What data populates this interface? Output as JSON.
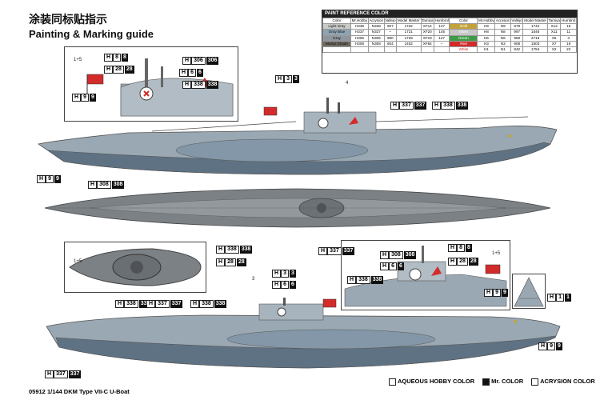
{
  "header": {
    "title_cn": "涂装同标贴指示",
    "title_en": "Painting & Marking guide"
  },
  "reference": {
    "title": "PAINT REFERENCE COLOR",
    "columns": [
      "Color",
      "Mr.Hobby",
      "Acrysion",
      "Vallejo",
      "Model Master",
      "Tamiya",
      "Humbrol",
      "Color",
      "Mr.Hobby",
      "Acrysion",
      "Vallejo",
      "Model Master",
      "Tamiya",
      "Humbrol"
    ],
    "rows": [
      [
        "Light Gray",
        "H338",
        "N338",
        "907",
        "1732",
        "XF14",
        "147",
        "Gold",
        "H9",
        "N9",
        "878",
        "1744",
        "X12",
        "16"
      ],
      [
        "Gray Blue",
        "H337",
        "N337",
        "–",
        "1721",
        "XF20",
        "145",
        "Silver",
        "H8",
        "N8",
        "997",
        "1546",
        "X11",
        "11"
      ],
      [
        "Gray",
        "H306",
        "N306",
        "990",
        "1728",
        "XF19",
        "127",
        "Green",
        "H6",
        "N6",
        "969",
        "2716",
        "X5",
        "3"
      ],
      [
        "Mortar Shade",
        "H308",
        "N308",
        "604",
        "1402",
        "XF84",
        "–",
        "Red",
        "H3",
        "N3",
        "908",
        "1503",
        "X7",
        "19"
      ],
      [
        "",
        "",
        "",
        "",
        "",
        "",
        "",
        "White",
        "H1",
        "N1",
        "842",
        "1754",
        "X2",
        "22"
      ]
    ],
    "swatches_left": [
      "#c9cbc9",
      "#8ea3b3",
      "#8f959c",
      "#6f6a60"
    ],
    "swatches_right": [
      "#c4a23a",
      "#c8c8c8",
      "#3f9a45",
      "#d22b2b",
      "#ffffff"
    ]
  },
  "callouts": {
    "c1": {
      "h": "H",
      "code": "8",
      "mark": "8"
    },
    "c2": {
      "h": "H",
      "code": "306",
      "mark": "306"
    },
    "c3": {
      "h": "H",
      "code": "28",
      "mark": "28"
    },
    "c4": {
      "h": "H",
      "code": "6",
      "mark": "6"
    },
    "c5": {
      "h": "H",
      "code": "338",
      "mark": "338"
    },
    "c6": {
      "h": "H",
      "code": "9",
      "mark": "9"
    },
    "c7": {
      "h": "H",
      "code": "3",
      "mark": "3"
    },
    "c8": {
      "h": "H",
      "code": "337",
      "mark": "337"
    },
    "c9": {
      "h": "H",
      "code": "338",
      "mark": "338"
    },
    "c10": {
      "h": "H",
      "code": "9",
      "mark": "9"
    },
    "c11": {
      "h": "H",
      "code": "308",
      "mark": "308"
    },
    "c12": {
      "h": "H",
      "code": "337",
      "mark": "337"
    },
    "c13": {
      "h": "H",
      "code": "338",
      "mark": "338"
    },
    "c14": {
      "h": "H",
      "code": "28",
      "mark": "28"
    },
    "c15": {
      "h": "H",
      "code": "3",
      "mark": "3"
    },
    "c16": {
      "h": "H",
      "code": "6",
      "mark": "6"
    },
    "c17": {
      "h": "H",
      "code": "338",
      "mark": "338"
    },
    "c18": {
      "h": "H",
      "code": "337",
      "mark": "337"
    },
    "c19": {
      "h": "H",
      "code": "338",
      "mark": "338"
    },
    "c20": {
      "h": "H",
      "code": "308",
      "mark": "308"
    },
    "c21": {
      "h": "H",
      "code": "8",
      "mark": "8"
    },
    "c22": {
      "h": "H",
      "code": "28",
      "mark": "28"
    },
    "c23": {
      "h": "H",
      "code": "6",
      "mark": "6"
    },
    "c24": {
      "h": "H",
      "code": "338",
      "mark": "338"
    },
    "c25": {
      "h": "H",
      "code": "9",
      "mark": "9"
    },
    "c26": {
      "h": "H",
      "code": "1",
      "mark": "1"
    },
    "c27": {
      "h": "H",
      "code": "9",
      "mark": "9"
    },
    "c28": {
      "h": "H",
      "code": "337",
      "mark": "337"
    }
  },
  "labels": {
    "n15a": "1+5",
    "n4": "4",
    "n15b": "1+5",
    "n15c": "1+5",
    "n3": "3"
  },
  "legend": {
    "hobby": "AQUEOUS HOBBY COLOR",
    "mr": "Mr. COLOR",
    "acry": "ACRYSION COLOR"
  },
  "footer": "05912 1/144 DKM Type VII-C U-Boat",
  "colors": {
    "hull_upper": "#9aa8b3",
    "hull_lower": "#5f7284",
    "deck_gray": "#7c8186"
  }
}
